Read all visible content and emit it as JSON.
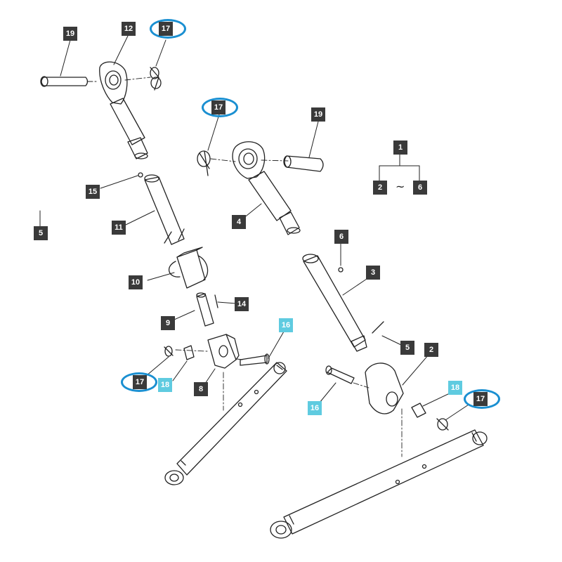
{
  "colors": {
    "line": "#222222",
    "callout_bg": "#3a3a3a",
    "callout_highlight_bg": "#5fcbe0",
    "ring": "#1a8fd1"
  },
  "callouts": {
    "c19a": "19",
    "c12": "12",
    "c17a": "17",
    "c17b": "17",
    "c19b": "19",
    "c1": "1",
    "c2a": "2",
    "c6a": "6",
    "c15": "15",
    "c5edge": "5",
    "c11": "11",
    "c4": "4",
    "c6b": "6",
    "c3": "3",
    "c10": "10",
    "c14": "14",
    "c9": "9",
    "c16a": "16",
    "c5": "5",
    "c2b": "2",
    "c17c": "17",
    "c18a": "18",
    "c8": "8",
    "c18b": "18",
    "c17d": "17",
    "c16b": "16"
  },
  "range_symbol": "~"
}
